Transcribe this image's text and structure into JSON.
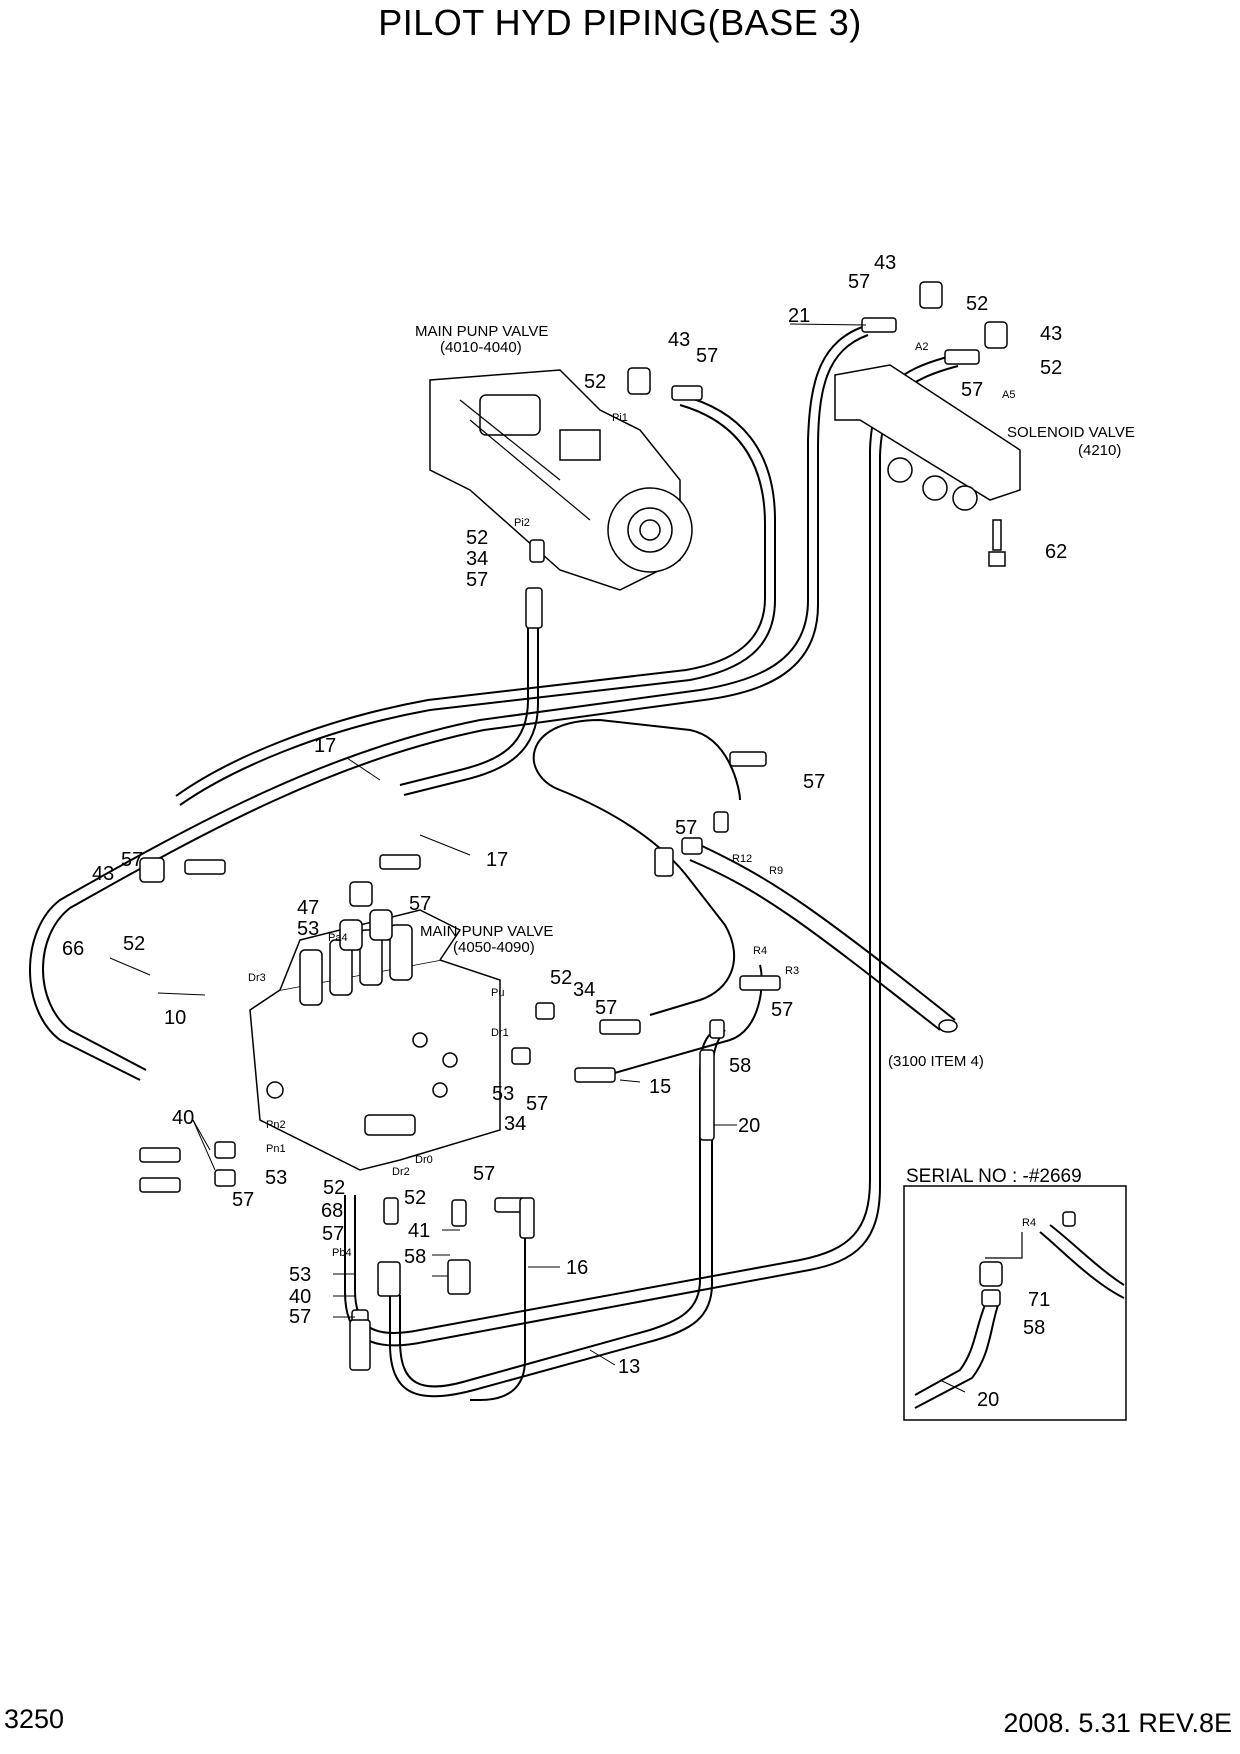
{
  "title": "PILOT HYD PIPING(BASE 3)",
  "page_number": "3250",
  "revision": "2008. 5.31  REV.8E",
  "components": {
    "main_pump_top": {
      "label": "MAIN PUNP VALVE",
      "ref": "(4010-4040)"
    },
    "main_pump_mid": {
      "label": "MAIN PUNP VALVE",
      "ref": "(4050-4090)"
    },
    "solenoid": {
      "label": "SOLENOID VALVE",
      "ref": "(4210)"
    },
    "item4": {
      "ref": "(3100 ITEM 4)"
    }
  },
  "inset": {
    "title": "SERIAL NO : -#2669"
  },
  "callouts": [
    {
      "n": "43"
    },
    {
      "n": "57"
    },
    {
      "n": "52"
    },
    {
      "n": "43"
    },
    {
      "n": "57"
    },
    {
      "n": "52"
    },
    {
      "n": "21"
    },
    {
      "n": "43"
    },
    {
      "n": "57"
    },
    {
      "n": "52"
    },
    {
      "n": "62"
    },
    {
      "n": "52"
    },
    {
      "n": "34"
    },
    {
      "n": "57"
    },
    {
      "n": "17"
    },
    {
      "n": "57"
    },
    {
      "n": "57"
    },
    {
      "n": "17"
    },
    {
      "n": "57"
    },
    {
      "n": "43"
    },
    {
      "n": "47"
    },
    {
      "n": "57"
    },
    {
      "n": "53"
    },
    {
      "n": "52"
    },
    {
      "n": "66"
    },
    {
      "n": "10"
    },
    {
      "n": "52"
    },
    {
      "n": "34"
    },
    {
      "n": "57"
    },
    {
      "n": "57"
    },
    {
      "n": "58"
    },
    {
      "n": "53"
    },
    {
      "n": "57"
    },
    {
      "n": "34"
    },
    {
      "n": "15"
    },
    {
      "n": "20"
    },
    {
      "n": "40"
    },
    {
      "n": "53"
    },
    {
      "n": "57"
    },
    {
      "n": "52"
    },
    {
      "n": "52"
    },
    {
      "n": "57"
    },
    {
      "n": "68"
    },
    {
      "n": "41"
    },
    {
      "n": "57"
    },
    {
      "n": "58"
    },
    {
      "n": "16"
    },
    {
      "n": "53"
    },
    {
      "n": "40"
    },
    {
      "n": "57"
    },
    {
      "n": "13"
    },
    {
      "n": "71"
    },
    {
      "n": "58"
    },
    {
      "n": "20"
    }
  ],
  "port_labels": [
    {
      "t": "Pi1"
    },
    {
      "t": "Pi2"
    },
    {
      "t": "A2"
    },
    {
      "t": "A5"
    },
    {
      "t": "R12"
    },
    {
      "t": "R9"
    },
    {
      "t": "R4"
    },
    {
      "t": "R3"
    },
    {
      "t": "Pa4"
    },
    {
      "t": "Dr3"
    },
    {
      "t": "Pu"
    },
    {
      "t": "Dr1"
    },
    {
      "t": "Pn2"
    },
    {
      "t": "Pn1"
    },
    {
      "t": "Dr2"
    },
    {
      "t": "Dr0"
    },
    {
      "t": "Pb4"
    },
    {
      "t": "R4"
    }
  ]
}
